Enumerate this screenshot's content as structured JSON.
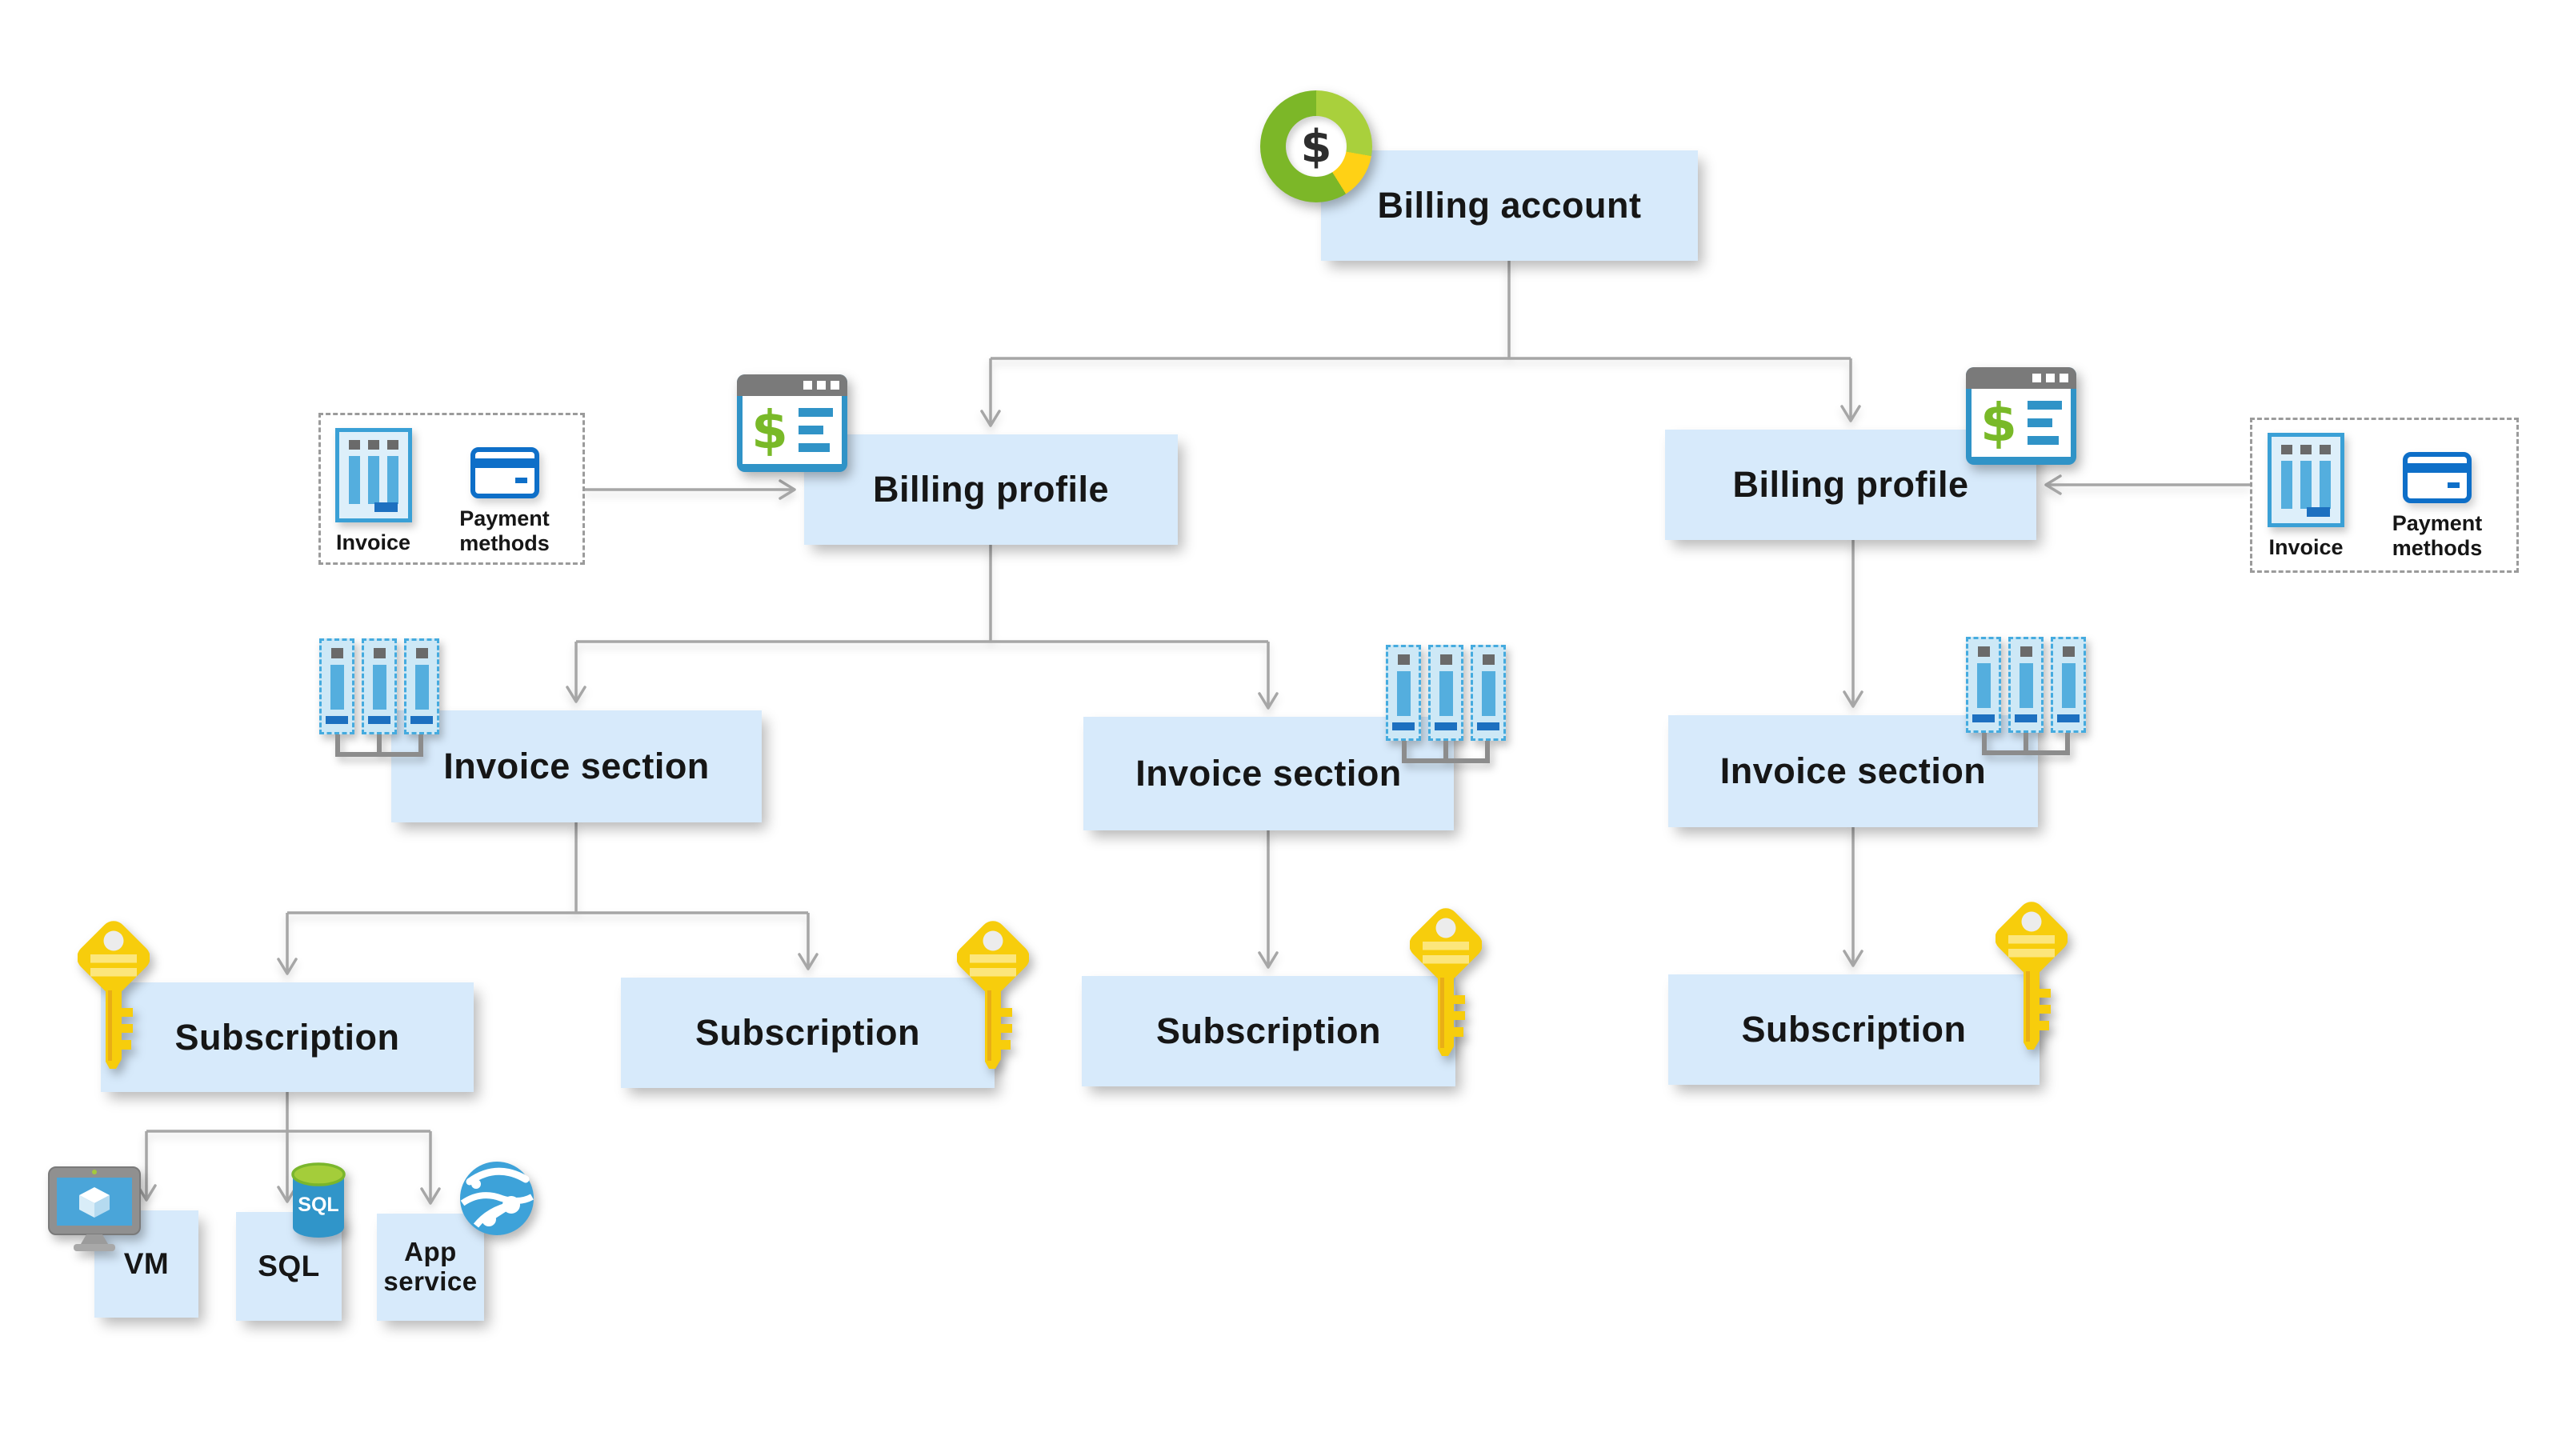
{
  "nodes": {
    "billing_account": {
      "label": "Billing account"
    },
    "billing_profile_left": {
      "label": "Billing profile"
    },
    "billing_profile_right": {
      "label": "Billing profile"
    },
    "invoice_section_left": {
      "label": "Invoice section"
    },
    "invoice_section_middle": {
      "label": "Invoice section"
    },
    "invoice_section_right": {
      "label": "Invoice section"
    },
    "subscription_1": {
      "label": "Subscription"
    },
    "subscription_2": {
      "label": "Subscription"
    },
    "subscription_3": {
      "label": "Subscription"
    },
    "subscription_4": {
      "label": "Subscription"
    },
    "vm": {
      "label": "VM"
    },
    "sql": {
      "label": "SQL"
    },
    "app_service": {
      "label": "App service"
    }
  },
  "legend_groups": {
    "left": {
      "invoice": "Invoice",
      "payment_methods": "Payment methods"
    },
    "right": {
      "invoice": "Invoice",
      "payment_methods": "Payment methods"
    }
  },
  "icon_text": {
    "dollar_donut": "$",
    "dollar_window": "$",
    "sql_cylinder": "SQL"
  },
  "icon_names": {
    "billing_account": "dollar-donut-chart-icon",
    "billing_profile": "dollar-statement-window-icon",
    "invoice_section": "invoice-slips-cluster-icon",
    "subscription": "key-icon",
    "invoice": "invoice-document-icon",
    "payment_methods": "credit-card-icon",
    "vm": "virtual-machine-monitor-icon",
    "sql": "sql-database-cylinder-icon",
    "app_service": "app-service-globe-icon"
  },
  "colors": {
    "node_fill": "#d7eafb",
    "connector": "#a6a6a6",
    "accent_blue": "#3093c7",
    "accent_green": "#79b928",
    "key_yellow": "#f7cd0c",
    "card_blue": "#0e6fc8",
    "donut_green": "#7cb728",
    "donut_light_green": "#a9d03c",
    "donut_yellow": "#ffd115",
    "text": "#161616"
  }
}
